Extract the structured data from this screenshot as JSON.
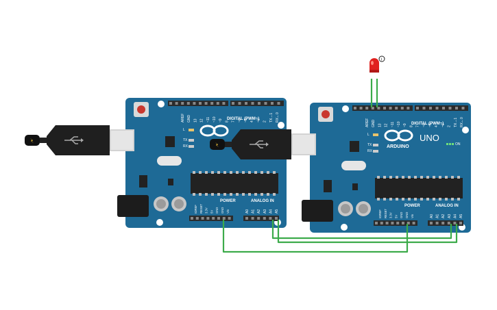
{
  "canvas": {
    "background": "#ffffff"
  },
  "colors": {
    "board": "#1e6a96",
    "board_dark": "#164f70",
    "wire": "#3cab4a",
    "led": "#e0201e",
    "header": "#2b2b2b",
    "chip": "#222222"
  },
  "board_labels": {
    "aref": "AREF",
    "gnd": "GND",
    "digital_pins": [
      "13",
      "12",
      "~11",
      "~10",
      "~9",
      "8",
      "7",
      "~6",
      "~5",
      "4",
      "~3",
      "2",
      "TX→1",
      "RX←0"
    ],
    "digital_label": "DIGITAL (PWM~)",
    "l_label": "L",
    "tx_label": "TX",
    "rx_label": "RX",
    "brand": "ARDUINO",
    "model": "UNO",
    "on_label": "ON",
    "power_label": "POWER",
    "power_pins": [
      "IOREF",
      "RESET",
      "3.3V",
      "5V",
      "GND",
      "GND",
      "Vin"
    ],
    "analog_label": "ANALOG IN",
    "analog_pins": [
      "A0",
      "A1",
      "A2",
      "A3",
      "A4",
      "A5"
    ]
  },
  "led": {
    "name": "LED",
    "info_icon": "info-icon",
    "info_glyph": "i"
  },
  "usb": {
    "name": "USB cable",
    "icon": "usb-icon"
  }
}
